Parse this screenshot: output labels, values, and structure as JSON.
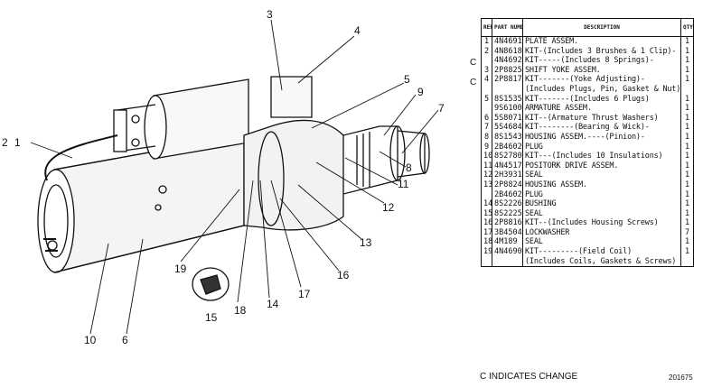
{
  "callouts": [
    "1",
    "2",
    "3",
    "4",
    "5",
    "6",
    "7",
    "8",
    "9",
    "10",
    "11",
    "12",
    "13",
    "14",
    "15",
    "16",
    "17",
    "18",
    "19"
  ],
  "table": {
    "headers": {
      "ref": "REF NO.",
      "part": "PART NUMBER",
      "desc": "DESCRIPTION",
      "qty": "QTY"
    },
    "change_marks": [
      "C",
      "C"
    ],
    "rows": [
      {
        "ref": "1",
        "part": "4N4691",
        "desc": "PLATE ASSEM.",
        "qty": "1"
      },
      {
        "ref": "2",
        "part": "4N8618",
        "desc": "KIT-(Includes 3 Brushes & 1 Clip)-",
        "qty": "1"
      },
      {
        "ref": "",
        "part": "4N4692",
        "desc": "KIT-----(Includes 8 Springs)-",
        "qty": "1"
      },
      {
        "ref": "3",
        "part": "2P8825",
        "desc": "SHIFT YOKE ASSEM.",
        "qty": "1"
      },
      {
        "ref": "4",
        "part": "2P8817",
        "desc": "KIT-------(Yoke Adjusting)-",
        "qty": "1"
      },
      {
        "ref": "",
        "part": "",
        "desc": "(Includes Plugs, Pin, Gasket & Nut)",
        "qty": ""
      },
      {
        "ref": "5",
        "part": "8S1535",
        "desc": "KIT-------(Includes 6 Plugs)",
        "qty": "1"
      },
      {
        "ref": "",
        "part": "9S6100",
        "desc": "ARMATURE ASSEM.",
        "qty": "1"
      },
      {
        "ref": "6",
        "part": "5S8071",
        "desc": "KIT--(Armature Thrust Washers)",
        "qty": "1"
      },
      {
        "ref": "7",
        "part": "5S4684",
        "desc": "KIT--------(Bearing & Wick)-",
        "qty": "1"
      },
      {
        "ref": "8",
        "part": "8S1543",
        "desc": "HOUSING ASSEM.----(Pinion)-",
        "qty": "1"
      },
      {
        "ref": "9",
        "part": "2B4602",
        "desc": "PLUG",
        "qty": "1"
      },
      {
        "ref": "10",
        "part": "8S2780",
        "desc": "KIT---(Includes 10 Insulations)",
        "qty": "1"
      },
      {
        "ref": "11",
        "part": "4N4517",
        "desc": "POSITORK DRIVE ASSEM.",
        "qty": "1"
      },
      {
        "ref": "12",
        "part": "2H3931",
        "desc": "SEAL",
        "qty": "1"
      },
      {
        "ref": "13",
        "part": "2P8824",
        "desc": "HOUSING ASSEM.",
        "qty": "1"
      },
      {
        "ref": "",
        "part": "2B4602",
        "desc": "PLUG",
        "qty": "1"
      },
      {
        "ref": "14",
        "part": "8S2226",
        "desc": "BUSHING",
        "qty": "1"
      },
      {
        "ref": "15",
        "part": "8S2225",
        "desc": "SEAL",
        "qty": "1"
      },
      {
        "ref": "16",
        "part": "2P8816",
        "desc": "KIT--(Includes Housing Screws)",
        "qty": "1"
      },
      {
        "ref": "17",
        "part": "3B4504",
        "desc": "LOCKWASHER",
        "qty": "7"
      },
      {
        "ref": "18",
        "part": "4M189",
        "desc": "SEAL",
        "qty": "1"
      },
      {
        "ref": "19",
        "part": "4N4690",
        "desc": "KIT---------(Field Coil)",
        "qty": "1"
      },
      {
        "ref": "",
        "part": "",
        "desc": "(Includes Coils, Gaskets & Screws)",
        "qty": ""
      }
    ]
  },
  "footer": {
    "legend": "C INDICATES CHANGE",
    "code": "201675"
  }
}
